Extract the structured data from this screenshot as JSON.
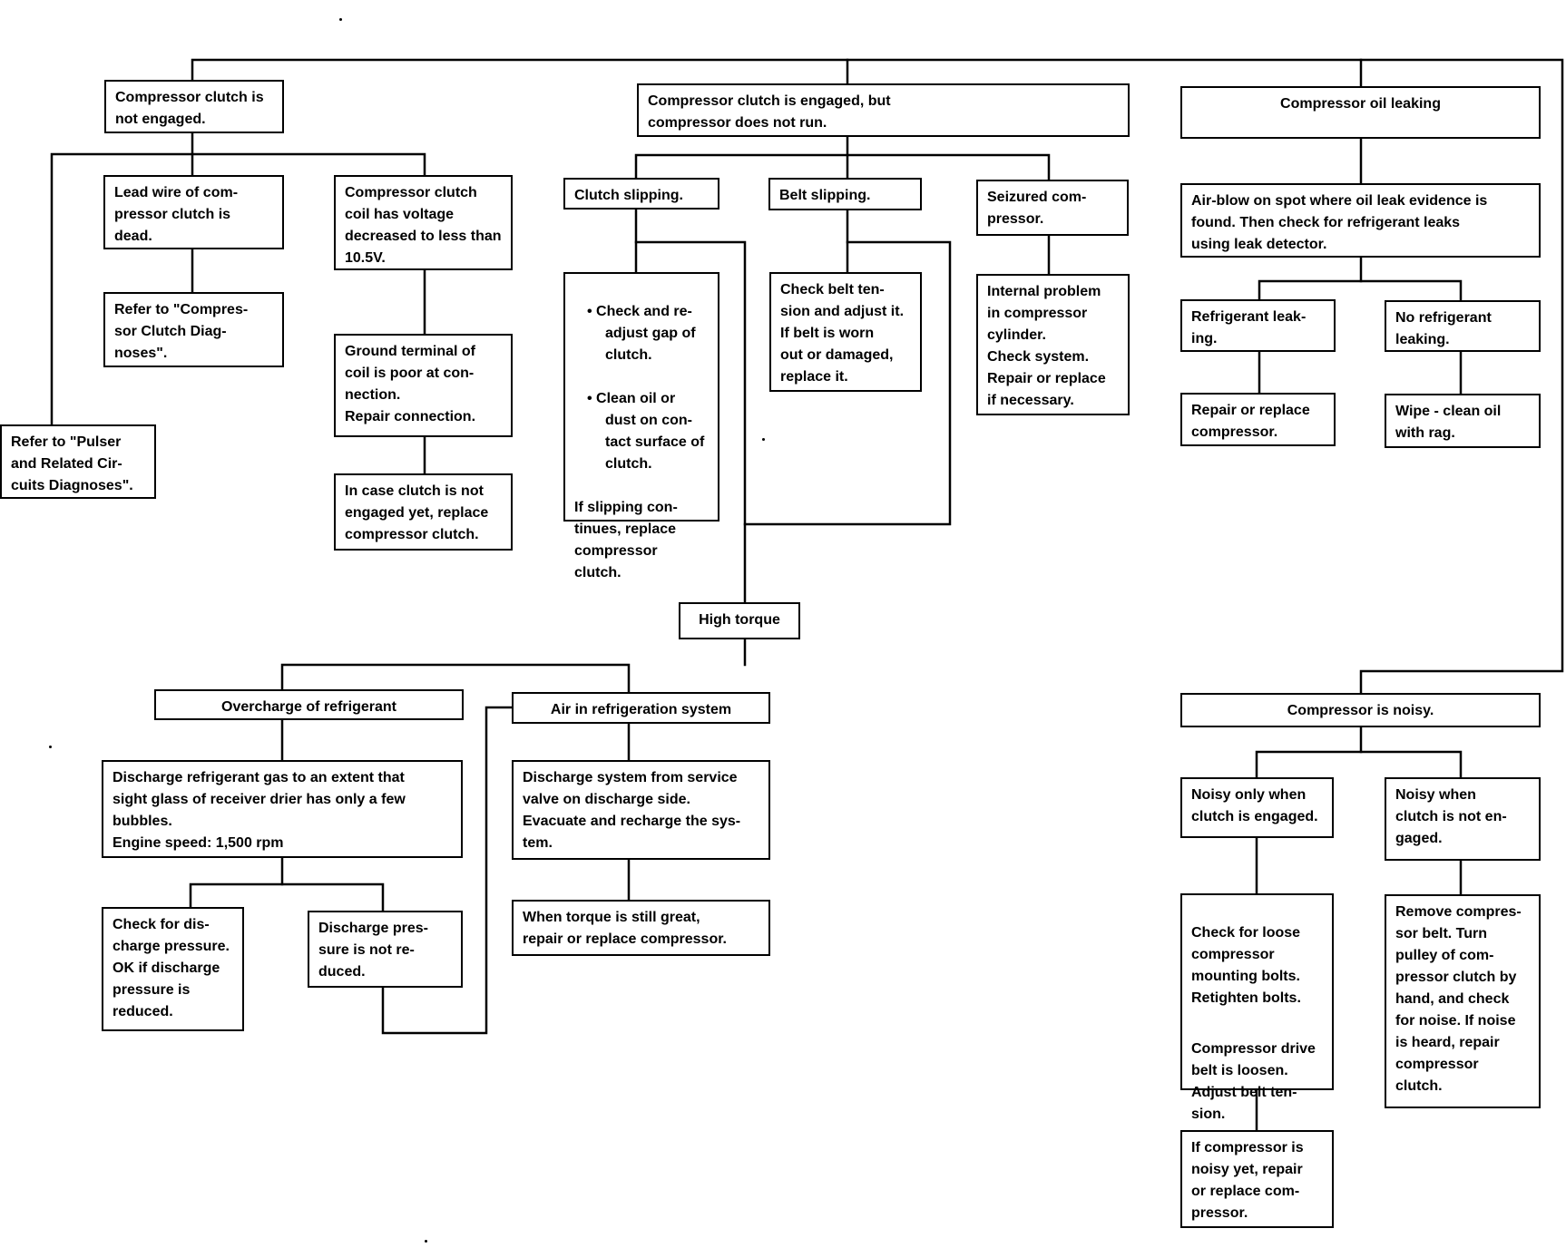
{
  "flowchart": {
    "nodes": {
      "clutch_not_engaged": "Compressor clutch is\nnot engaged.",
      "clutch_engaged_not_run": "Compressor clutch is engaged, but\ncompressor does not run.",
      "oil_leaking": "Compressor oil leaking",
      "lead_wire_dead": "Lead wire of com-\npressor clutch is\ndead.",
      "coil_voltage": "Compressor clutch\ncoil has voltage\ndecreased to less than\n10.5V.",
      "refer_clutch_diag": "Refer to \"Compres-\nsor Clutch Diag-\nnoses\".",
      "ground_terminal": "Ground terminal of\ncoil is poor at con-\nnection.\nRepair connection.",
      "refer_pulser": "Refer to \"Pulser\nand Related Cir-\ncuits Diagnoses\".",
      "replace_clutch": "In case clutch is not\nengaged yet, replace\ncompressor clutch.",
      "clutch_slipping": "Clutch slipping.",
      "belt_slipping": "Belt slipping.",
      "seizured": "Seizured com-\npressor.",
      "slip_bullet1": "• Check and re-\nadjust gap of\nclutch.",
      "slip_bullet2": "• Clean oil or\ndust on con-\ntact surface of\nclutch.",
      "slip_tail": "If slipping con-\ntinues, replace\ncompressor\nclutch.",
      "check_belt": "Check belt ten-\nsion and adjust it.\nIf belt is worn\nout or damaged,\nreplace it.",
      "internal_problem": "Internal problem\nin compressor\ncylinder.\nCheck system.\nRepair or replace\nif necessary.",
      "air_blow": "Air-blow on spot where oil leak evidence is\nfound. Then check for refrigerant leaks\nusing leak detector.",
      "refrigerant_leaking": "Refrigerant leak-\ning.",
      "no_refrigerant_leaking": "No refrigerant\nleaking.",
      "repair_replace_compressor": "Repair or replace\ncompressor.",
      "wipe_clean": "Wipe - clean oil\nwith rag.",
      "high_torque": "High torque",
      "overcharge": "Overcharge of refrigerant",
      "air_in_system": "Air in refrigeration system",
      "discharge_refrigerant": "Discharge refrigerant gas to an extent that\nsight glass of receiver drier has only a few\nbubbles.\nEngine speed:  1,500 rpm",
      "discharge_system": "Discharge system from service\nvalve on discharge side.\nEvacuate and recharge the sys-\ntem.",
      "check_discharge_pressure": "Check for dis-\ncharge pressure.\nOK if discharge\npressure is\nreduced.",
      "pressure_not_reduced": "Discharge pres-\nsure is not re-\nduced.",
      "torque_still_great": "When torque is still great,\nrepair or replace compressor.",
      "compressor_noisy": "Compressor is noisy.",
      "noisy_engaged": "Noisy only when\nclutch is engaged.",
      "noisy_not_engaged": "Noisy when\nclutch is not en-\ngaged.",
      "check_bolts": "Check for loose\ncompressor\nmounting bolts.\nRetighten bolts.",
      "belt_loosen": "Compressor drive\nbelt is loosen.\nAdjust belt ten-\nsion.",
      "remove_belt": "Remove compres-\nsor belt. Turn\npulley of com-\npressor clutch by\nhand, and check\nfor noise. If noise\nis heard, repair\ncompressor\nclutch.",
      "noisy_yet": "If compressor is\nnoisy yet, repair\nor replace com-\npressor."
    }
  }
}
